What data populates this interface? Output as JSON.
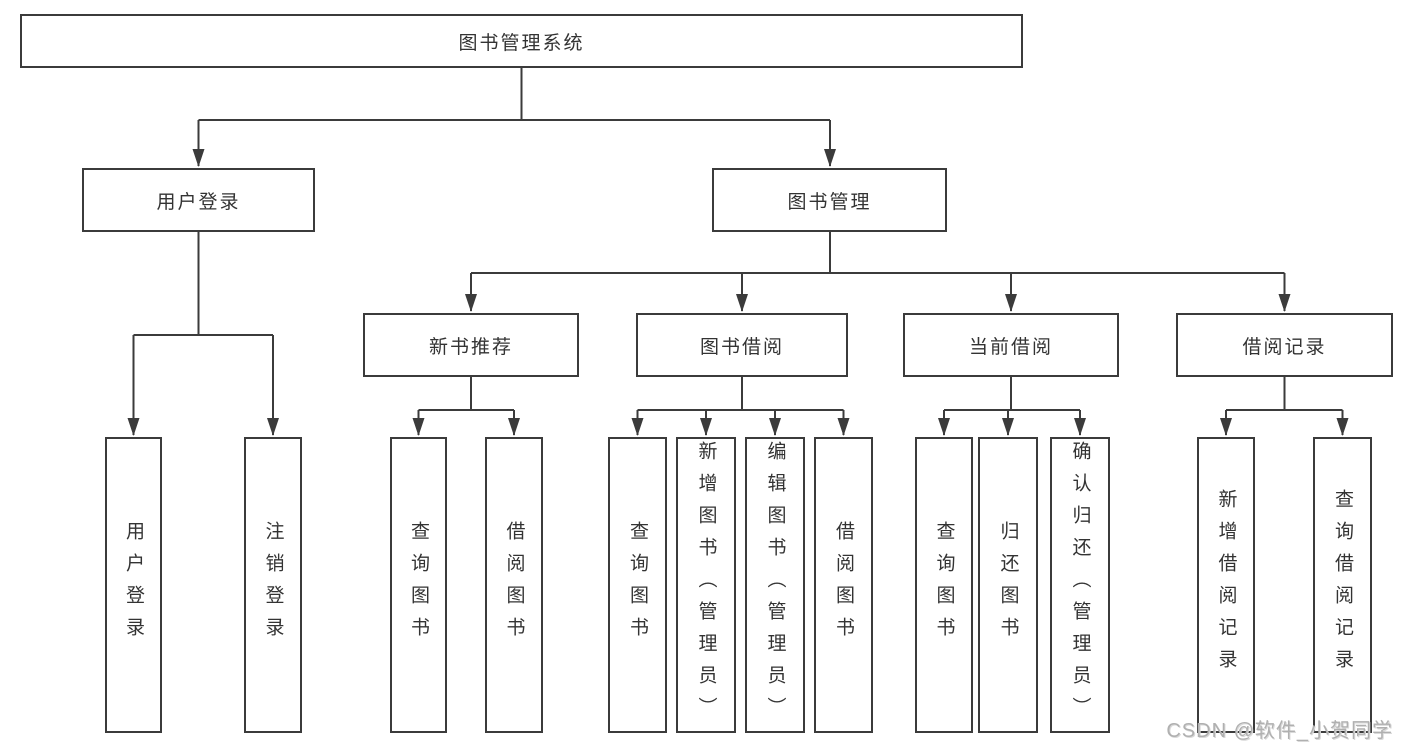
{
  "tree": {
    "root": {
      "label": "图书管理系统"
    },
    "branches": [
      {
        "label": "用户登录",
        "children": [
          {
            "label": "用户登录"
          },
          {
            "label": "注销登录"
          }
        ]
      },
      {
        "label": "图书管理",
        "sections": [
          {
            "label": "新书推荐",
            "children": [
              {
                "label": "查询图书"
              },
              {
                "label": "借阅图书"
              }
            ]
          },
          {
            "label": "图书借阅",
            "children": [
              {
                "label": "查询图书"
              },
              {
                "label": "新增图书（管理员）"
              },
              {
                "label": "编辑图书（管理员）"
              },
              {
                "label": "借阅图书"
              }
            ]
          },
          {
            "label": "当前借阅",
            "children": [
              {
                "label": "查询图书"
              },
              {
                "label": "归还图书"
              },
              {
                "label": "确认归还（管理员）"
              }
            ]
          },
          {
            "label": "借阅记录",
            "children": [
              {
                "label": "新增借阅记录"
              },
              {
                "label": "查询借阅记录"
              }
            ]
          }
        ]
      }
    ]
  },
  "watermark": "CSDN @软件_小贺同学",
  "colors": {
    "line": "#3b3b3b",
    "box_border": "#3b3b3b",
    "text": "#333333",
    "watermark": "#b0b0b0",
    "background": "#ffffff"
  }
}
